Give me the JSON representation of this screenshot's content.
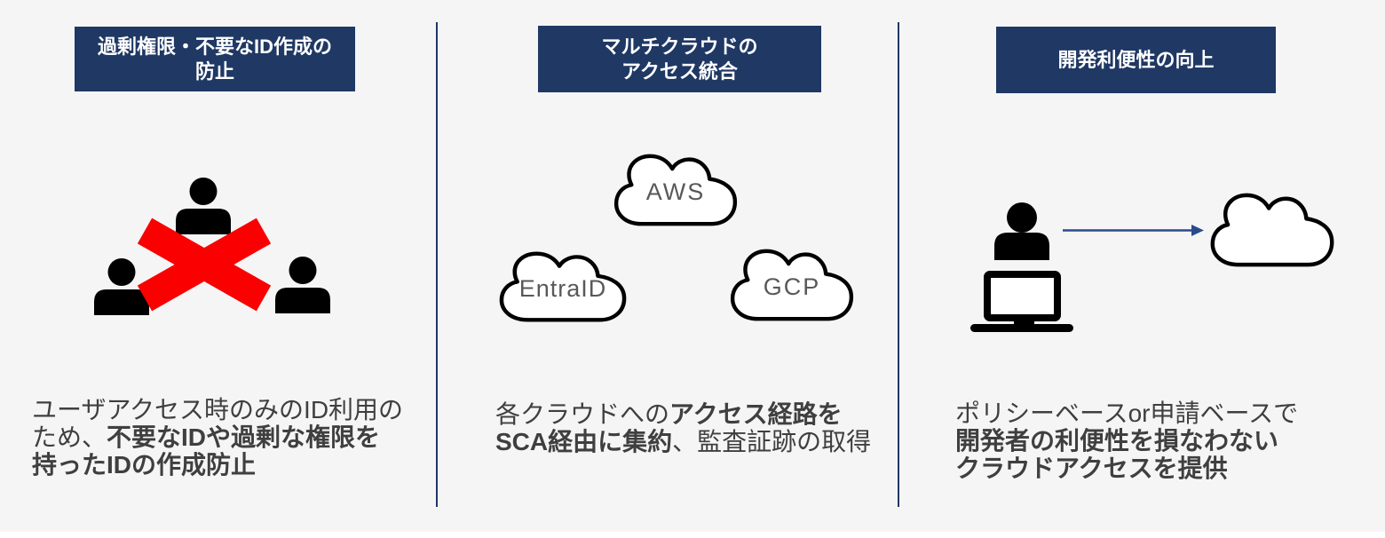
{
  "slide": {
    "background": "#f5f5f6",
    "colors": {
      "header_bg": "#1f3864",
      "header_text": "#ffffff",
      "divider": "#1f3864",
      "body_text": "#3f3f3f",
      "cloud_label": "#595959",
      "cross_red": "#fb0000",
      "arrow_blue": "#2a4a8c",
      "icon_black": "#000000"
    },
    "columns": [
      {
        "id": "id-creation-prevention",
        "header": "過剰権限・不要なID作成の\n防止",
        "icon": "three-users-crossed-out-icon",
        "desc": [
          [
            {
              "t": "ユーザアクセス時のみのID利用の",
              "b": 0
            }
          ],
          [
            {
              "t": "ため、",
              "b": 0
            },
            {
              "t": "不要なIDや過剰な権限を",
              "b": 1
            }
          ],
          [
            {
              "t": "持ったIDの作成防止",
              "b": 1
            }
          ]
        ]
      },
      {
        "id": "multicloud-access-integration",
        "header": "マルチクラウドの\nアクセス統合",
        "clouds": [
          {
            "label": "AWS"
          },
          {
            "label": "EntraID"
          },
          {
            "label": "GCP"
          }
        ],
        "desc": [
          [
            {
              "t": "各クラウドへの",
              "b": 0
            },
            {
              "t": "アクセス経路を",
              "b": 1
            }
          ],
          [
            {
              "t": "SCA経由に集約",
              "b": 1
            },
            {
              "t": "、監査証跡の取得",
              "b": 0
            }
          ]
        ]
      },
      {
        "id": "developer-convenience",
        "header": "開発利便性の向上",
        "icon": "user-laptop-arrow-cloud-icon",
        "desc": [
          [
            {
              "t": "ポリシーベースor申請ベースで",
              "b": 0
            }
          ],
          [
            {
              "t": "開発者の利便性を損なわない",
              "b": 1
            }
          ],
          [
            {
              "t": "クラウドアクセスを提供",
              "b": 1
            }
          ]
        ]
      }
    ]
  }
}
